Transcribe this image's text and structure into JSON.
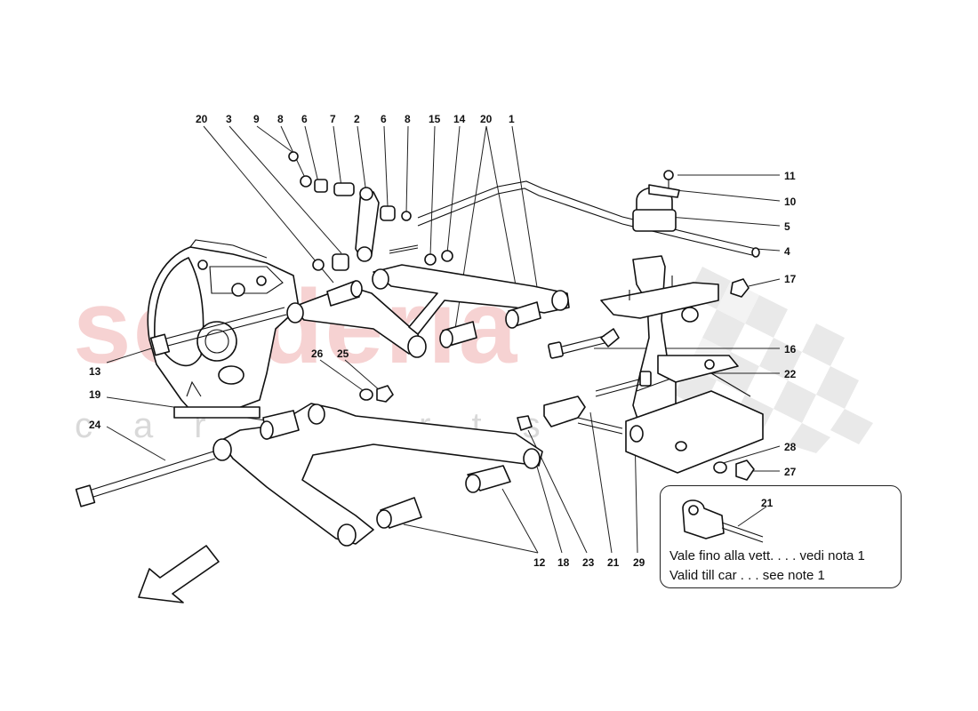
{
  "watermark": {
    "brand": "scuderia",
    "sub": "car parts"
  },
  "callouts": {
    "top": [
      "20",
      "3",
      "9",
      "8",
      "6",
      "7",
      "2",
      "6",
      "8",
      "15",
      "14",
      "20",
      "1"
    ],
    "right": [
      "11",
      "10",
      "5",
      "4",
      "17",
      "16",
      "22",
      "28",
      "27"
    ],
    "left": [
      "13",
      "19",
      "24"
    ],
    "mid": [
      "26",
      "25"
    ],
    "bottom": [
      "12",
      "18",
      "23",
      "21",
      "29"
    ]
  },
  "note": {
    "part_number": "21",
    "line_it": "Vale fino alla vett. . . . vedi nota 1",
    "line_en": "Valid till car . . . see note 1"
  },
  "direction_arrow": "front-direction-arrow"
}
